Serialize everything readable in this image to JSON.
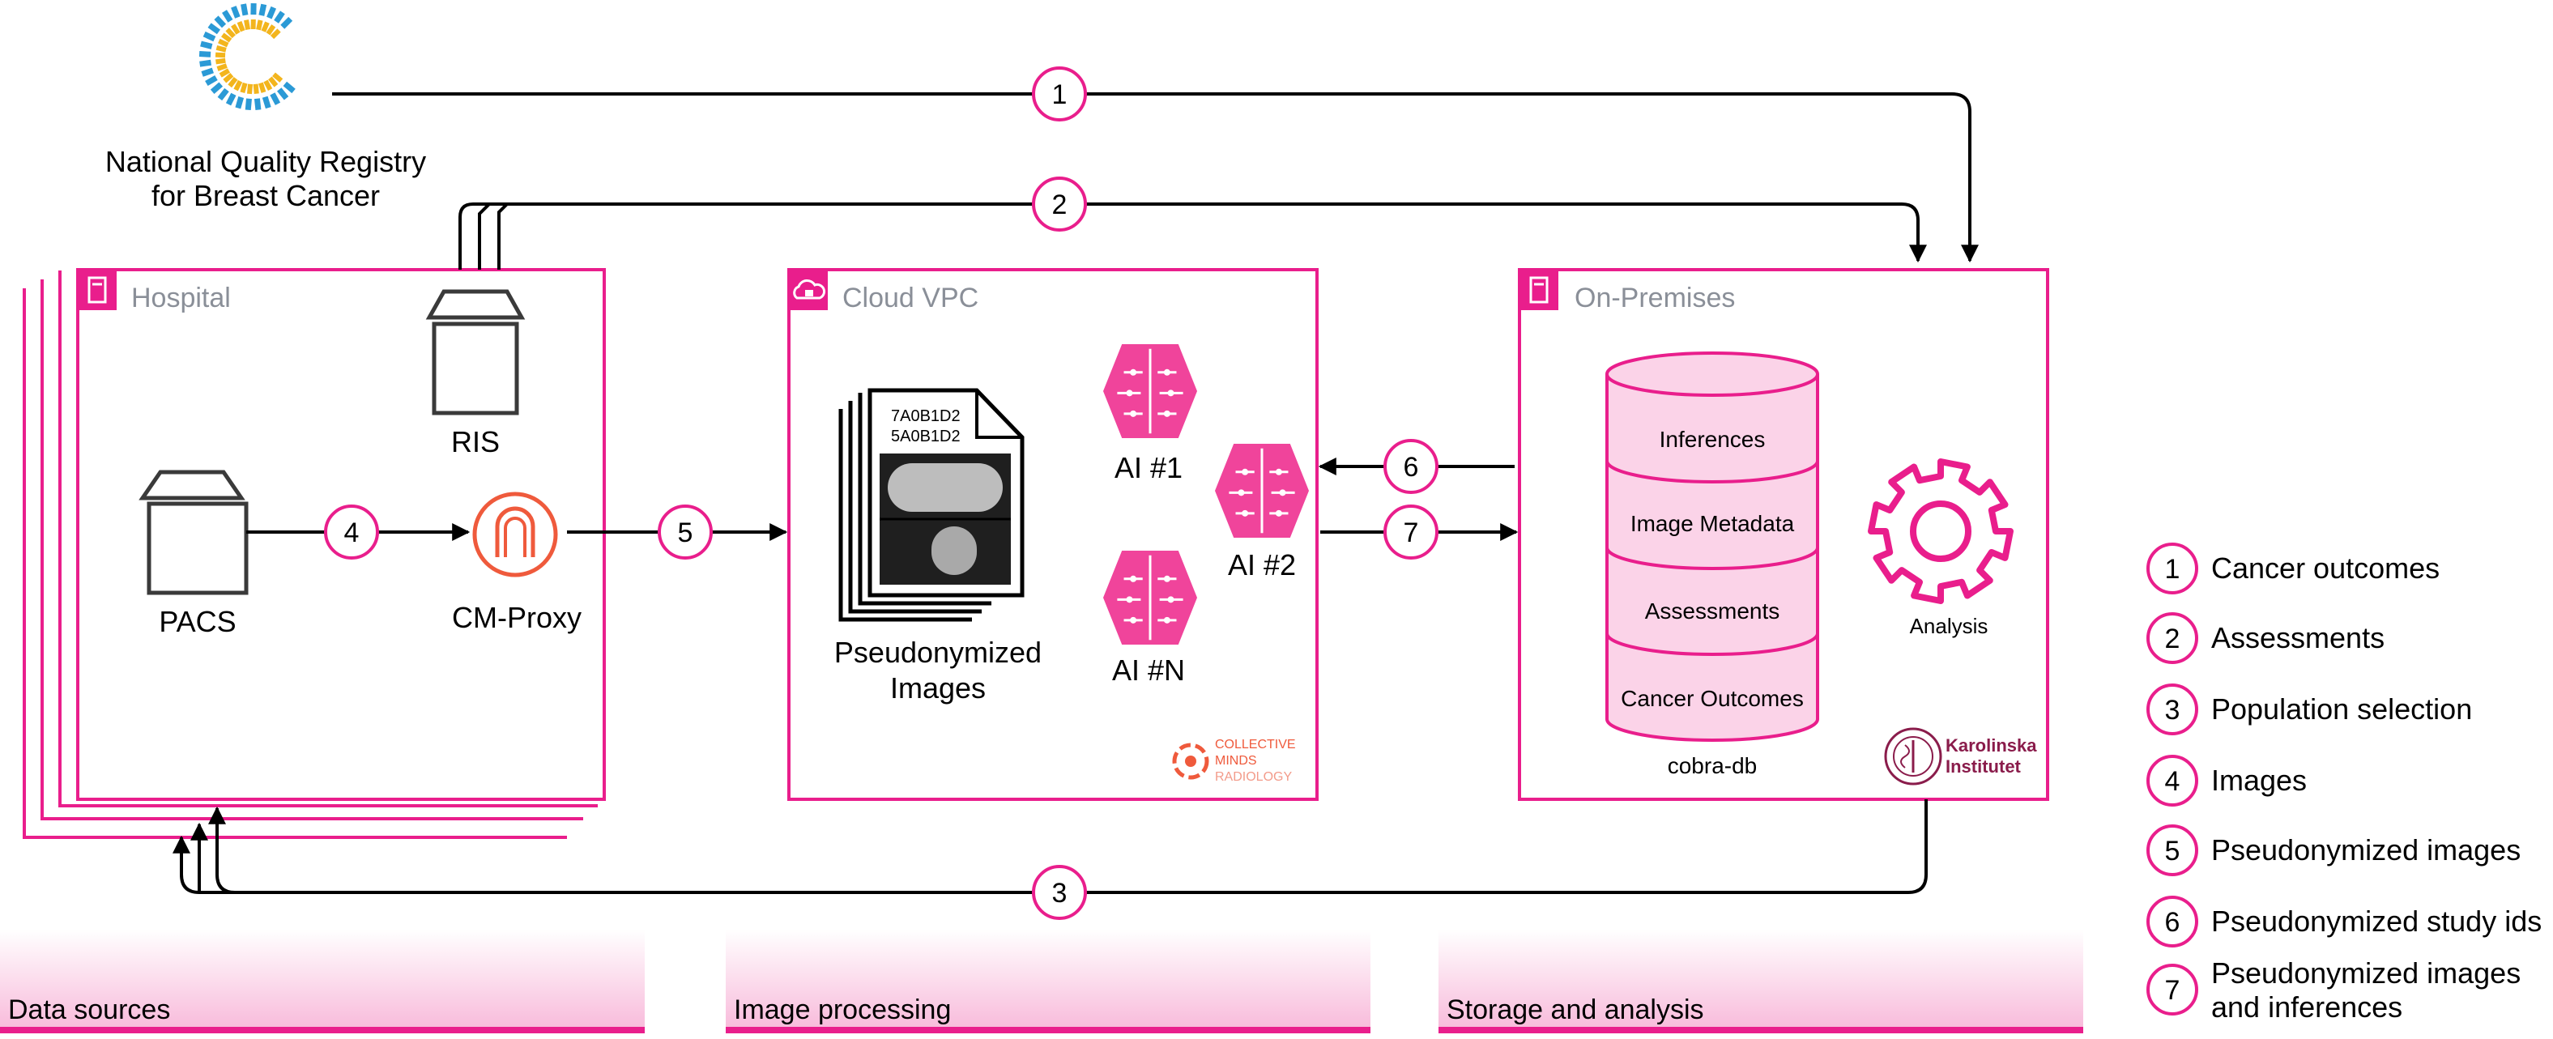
{
  "colors": {
    "accent": "#e91e8c",
    "accent_light": "#fbd3e8",
    "ai_pink": "#f0449b",
    "proxy_orange": "#ef5a3c",
    "frame_title": "#8a8f98",
    "icon_gray": "#3a3a3a",
    "registry_blue": "#2b9ad6",
    "registry_yellow": "#f3b51d"
  },
  "registry": {
    "line1": "National Quality Registry",
    "line2": "for Breast Cancer",
    "icon": "registry-logo-icon"
  },
  "hospital": {
    "title": "Hospital",
    "icon": "server-icon",
    "ris_label": "RIS",
    "pacs_label": "PACS",
    "proxy_label": "CM-Proxy"
  },
  "cloud": {
    "title": "Cloud VPC",
    "icon": "cloud-lock-icon",
    "doc_id_1": "7A0B1D2",
    "doc_id_2": "5A0B1D2",
    "images_line1": "Pseudonymized",
    "images_line2": "Images",
    "ai1": "AI #1",
    "ai2": "AI #2",
    "ain": "AI #N",
    "logo_line1": "COLLECTIVE",
    "logo_line2": "MINDS",
    "logo_line3": "RADIOLOGY"
  },
  "onprem": {
    "title": "On-Premises",
    "icon": "server-icon",
    "db_layers": [
      "Inferences",
      "Image Metadata",
      "Assessments",
      "Cancer Outcomes"
    ],
    "db_label": "cobra-db",
    "analysis_label": "Analysis",
    "logo_line1": "Karolinska",
    "logo_line2": "Institutet"
  },
  "flow_numbers": [
    "1",
    "2",
    "3",
    "4",
    "5",
    "6",
    "7"
  ],
  "legend": [
    {
      "num": "1",
      "lines": [
        "Cancer outcomes"
      ]
    },
    {
      "num": "2",
      "lines": [
        "Assessments"
      ]
    },
    {
      "num": "3",
      "lines": [
        "Population selection"
      ]
    },
    {
      "num": "4",
      "lines": [
        "Images"
      ]
    },
    {
      "num": "5",
      "lines": [
        "Pseudonymized images"
      ]
    },
    {
      "num": "6",
      "lines": [
        "Pseudonymized study ids"
      ]
    },
    {
      "num": "7",
      "lines": [
        "Pseudonymized images",
        "and inferences"
      ]
    }
  ],
  "sections": [
    "Data sources",
    "Image processing",
    "Storage and analysis"
  ]
}
